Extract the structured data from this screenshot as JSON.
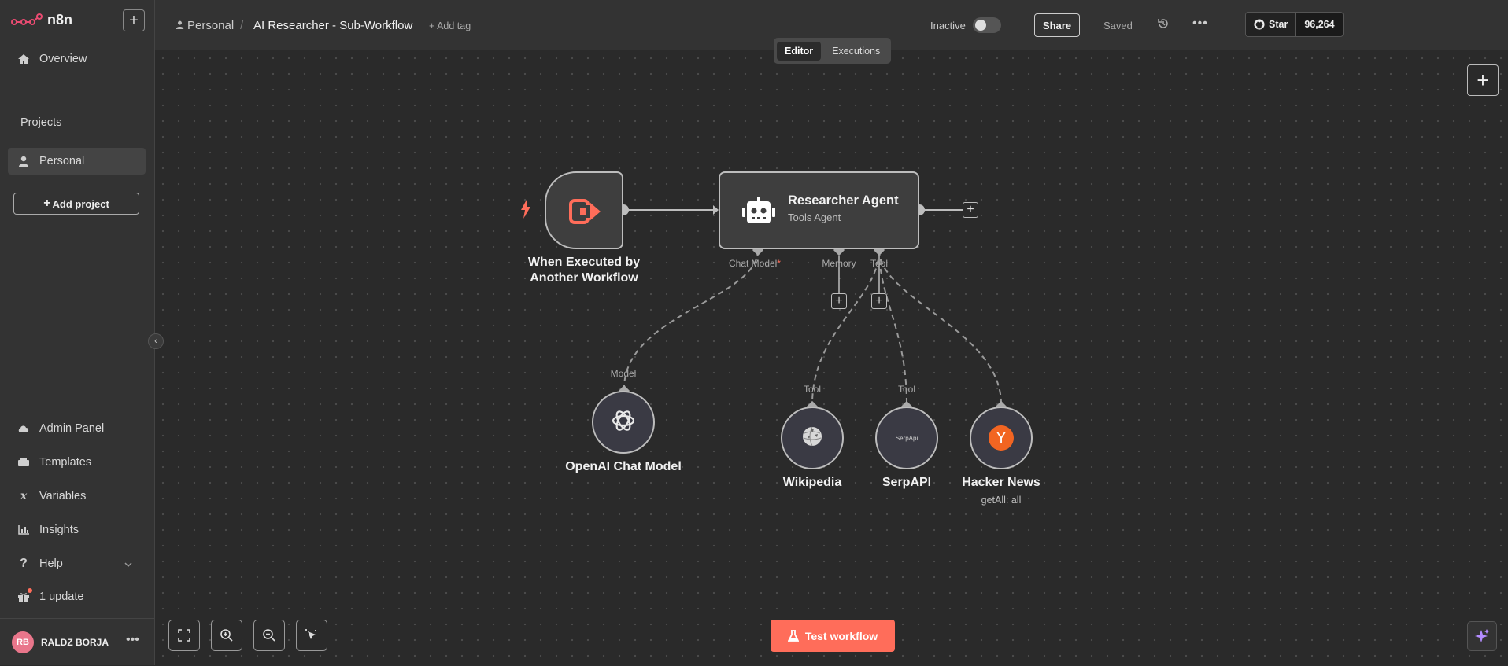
{
  "app": {
    "name": "n8n"
  },
  "sidebar": {
    "overview": "Overview",
    "projects_heading": "Projects",
    "personal": "Personal",
    "add_project": "Add project",
    "bottom_items": [
      {
        "label": "Admin Panel",
        "icon": "cloud-icon"
      },
      {
        "label": "Templates",
        "icon": "templates-icon"
      },
      {
        "label": "Variables",
        "icon": "variables-icon"
      },
      {
        "label": "Insights",
        "icon": "insights-icon"
      },
      {
        "label": "Help",
        "icon": "help-icon"
      },
      {
        "label": "1 update",
        "icon": "gift-icon"
      }
    ],
    "user": {
      "initials": "RB",
      "name": "RALDZ BORJA"
    }
  },
  "header": {
    "breadcrumb_project": "Personal",
    "separator": "/",
    "workflow_title": "AI Researcher - Sub-Workflow",
    "add_tag": "+ Add tag",
    "status_label": "Inactive",
    "share": "Share",
    "saved": "Saved",
    "github_star": "Star",
    "github_count": "96,264"
  },
  "tabs": {
    "editor": "Editor",
    "executions": "Executions"
  },
  "nodes": {
    "trigger": {
      "title_line1": "When Executed by",
      "title_line2": "Another Workflow"
    },
    "agent": {
      "title": "Researcher Agent",
      "subtitle": "Tools Agent",
      "ports": {
        "chat_model": "Chat Model",
        "required": "*",
        "memory": "Memory",
        "tool": "Tool"
      }
    },
    "openai": {
      "title": "OpenAI Chat Model",
      "port": "Model"
    },
    "wikipedia": {
      "title": "Wikipedia",
      "port": "Tool"
    },
    "serpapi": {
      "title": "SerpAPI",
      "port": "Tool",
      "logo_text": "SerpApi"
    },
    "hackernews": {
      "title": "Hacker News",
      "subtitle": "getAll: all",
      "logo_text": "Y"
    }
  },
  "footer": {
    "test_workflow": "Test workflow"
  },
  "colors": {
    "accent": "#ff6d5a",
    "node_border": "#bdbdbd",
    "canvas": "#2a2a2a",
    "hn_orange": "#f26522"
  }
}
